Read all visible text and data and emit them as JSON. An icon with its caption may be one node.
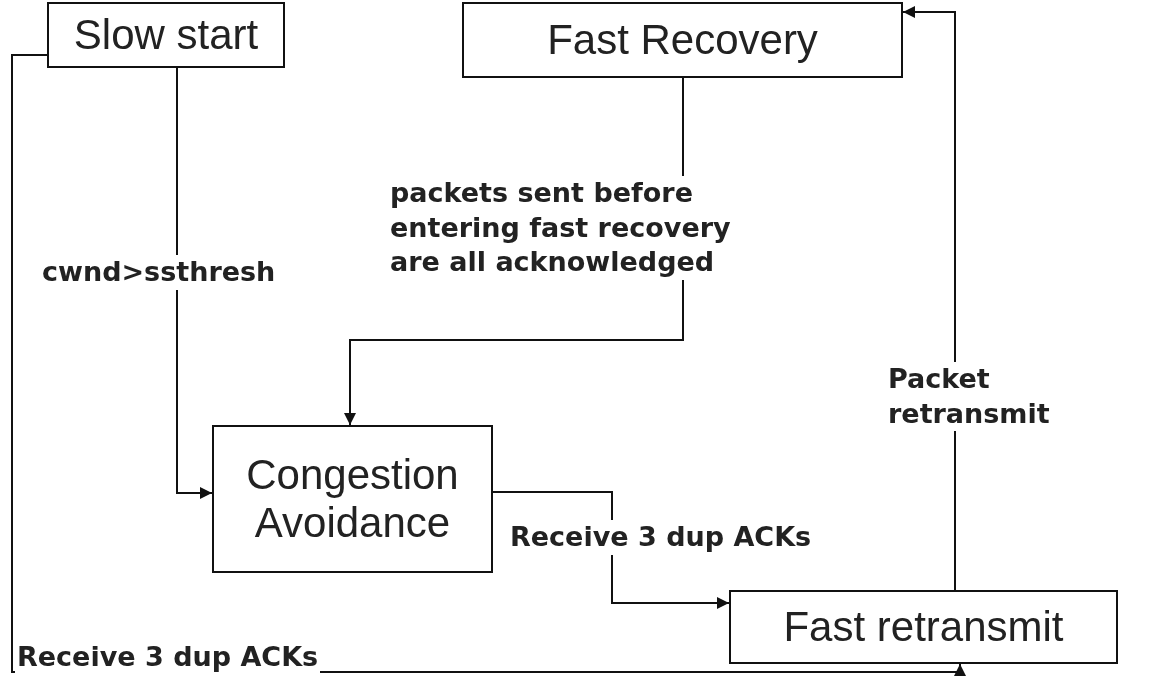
{
  "diagram": {
    "nodes": [
      {
        "text": [
          "Slow start"
        ]
      },
      {
        "text": [
          "Fast Recovery"
        ]
      },
      {
        "text": [
          "Congestion Avoidance"
        ]
      },
      {
        "text": [
          "Fast retransmit"
        ]
      }
    ],
    "edges": [
      {
        "from": 0,
        "to": 2,
        "arrow": "to",
        "label": "cwnd>ssthresh"
      },
      {
        "from": 1,
        "to": 2,
        "arrow": "to",
        "label": "packets sent before entering fast recovery are all acknowledged"
      },
      {
        "from": 2,
        "to": 3,
        "arrow": "to",
        "label": "Receive 3 dup ACKs"
      },
      {
        "from": 0,
        "to": 3,
        "arrow": "to",
        "label": "Receive 3 dup ACKs"
      },
      {
        "from": 3,
        "to": 1,
        "arrow": "to",
        "label": "Packet retransmit"
      }
    ]
  }
}
